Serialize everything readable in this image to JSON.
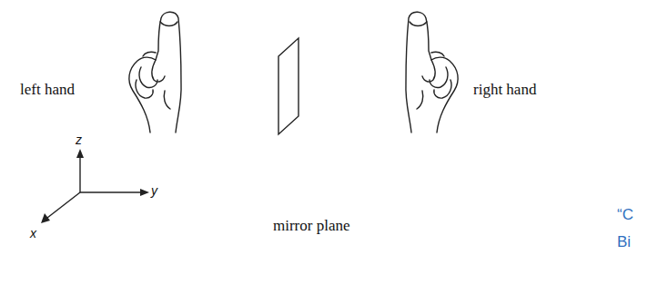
{
  "diagram": {
    "labels": [
      "left hand",
      "mirror plane",
      "right hand",
      "z",
      "y",
      "x",
      "“C",
      "Bi"
    ]
  }
}
